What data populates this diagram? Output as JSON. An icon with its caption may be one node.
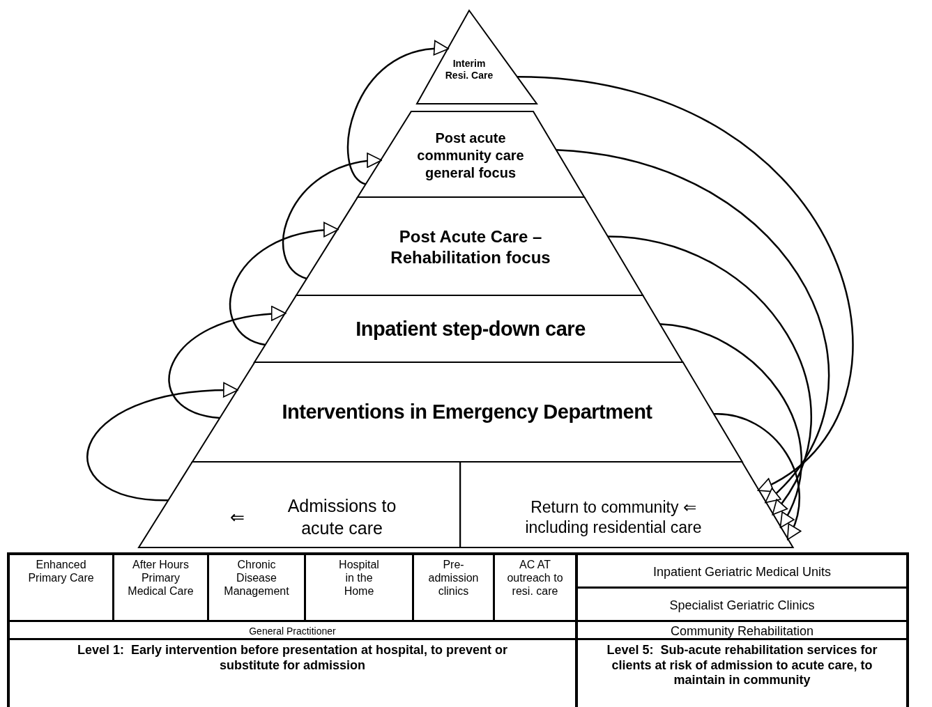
{
  "diagram": {
    "nodes": [
      {
        "text": [
          "Interim Resi. Care"
        ]
      },
      {
        "text": [
          "Post acute community care general focus"
        ]
      },
      {
        "text": [
          "Post Acute Care – Rehabilitation focus"
        ]
      },
      {
        "text": [
          "Inpatient step-down care"
        ]
      },
      {
        "text": [
          "Interventions in Emergency Department"
        ]
      },
      {
        "text": [
          "⇐",
          "Admissions to acute care"
        ]
      },
      {
        "text": [
          "Return to community ⇐ including residential care"
        ]
      }
    ],
    "edges": [
      {
        "from": 5,
        "to": 4,
        "arrow": "to"
      },
      {
        "from": 4,
        "to": 3,
        "arrow": "to"
      },
      {
        "from": 3,
        "to": 2,
        "arrow": "to"
      },
      {
        "from": 2,
        "to": 1,
        "arrow": "to"
      },
      {
        "from": 1,
        "to": 0,
        "arrow": "to"
      },
      {
        "from": 0,
        "to": 6,
        "arrow": "to"
      },
      {
        "from": 1,
        "to": 6,
        "arrow": "to"
      },
      {
        "from": 2,
        "to": 6,
        "arrow": "to"
      },
      {
        "from": 3,
        "to": 6,
        "arrow": "to"
      },
      {
        "from": 4,
        "to": 6,
        "arrow": "to"
      }
    ],
    "labels": [
      "Enhanced Primary Care",
      "After Hours Primary Medical Care",
      "Chronic Disease Management",
      "Hospital in the Home",
      "Pre-admission clinics",
      "AC AT outreach to resi. care",
      "Inpatient Geriatric Medical Units",
      "Specialist Geriatric Clinics",
      "General Practitioner",
      "Community Rehabilitation",
      "Level 1:  Early intervention before presentation at hospital, to prevent or substitute for admission",
      "Level 5:  Sub-acute rehabilitation services for clients at risk of admission to acute care, to maintain in community"
    ]
  }
}
